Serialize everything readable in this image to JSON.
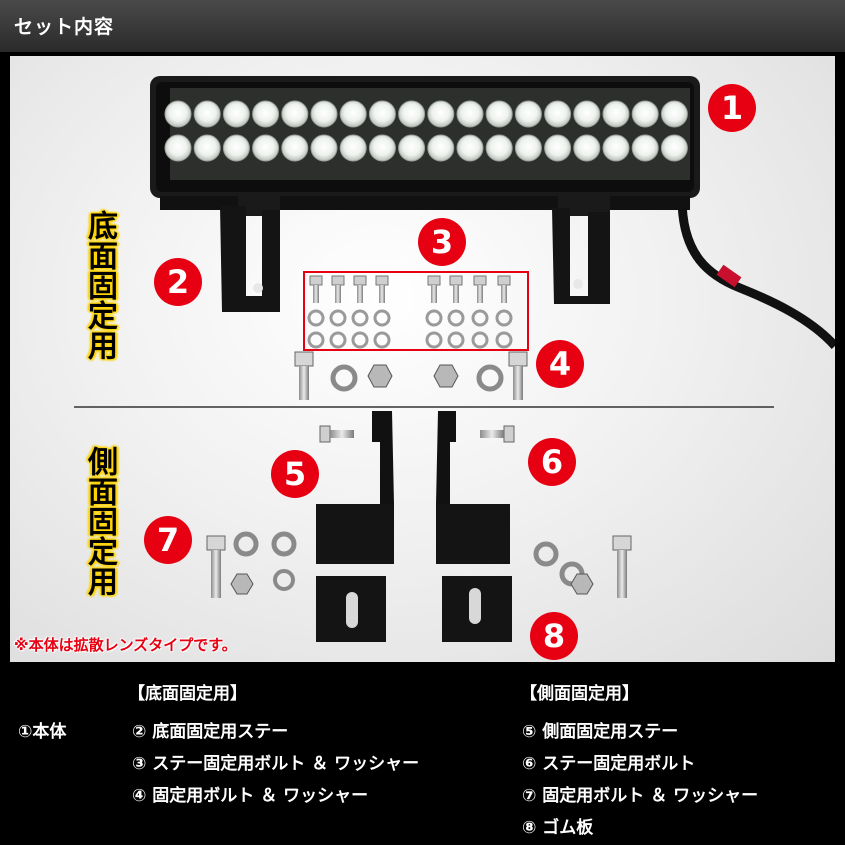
{
  "header": {
    "title": "セット内容"
  },
  "photo": {
    "callouts": [
      "1",
      "2",
      "3",
      "4",
      "5",
      "6",
      "7",
      "8"
    ],
    "section_bottom_label": "底面固定用",
    "section_side_label": "側面固定用",
    "note": "※本体は拡散レンズタイプです。"
  },
  "legend": {
    "bottom_header": "【底面固定用】",
    "side_header": "【側面固定用】",
    "main_item": "①本体",
    "bottom_items": [
      "② 底面固定用ステー",
      "③ ステー固定用ボルト ＆ ワッシャー",
      "④ 固定用ボルト ＆ ワッシャー"
    ],
    "side_items": [
      "⑤ 側面固定用ステー",
      "⑥ ステー固定用ボルト",
      "⑦ 固定用ボルト ＆ ワッシャー",
      "⑧ ゴム板"
    ]
  },
  "colors": {
    "callout": "#e60012",
    "label_glow": "#ffd400",
    "header_bg": "#333333"
  }
}
